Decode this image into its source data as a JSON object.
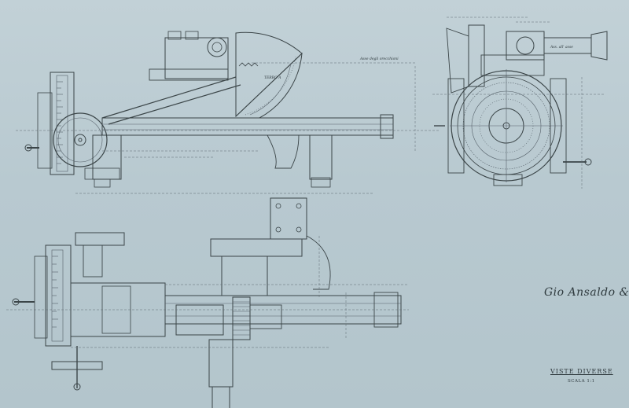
{
  "sheet": {
    "firm": "Gio Ansaldo & C.",
    "view_title": "VISTE DIVERSE",
    "scale": "SCALA 1:1",
    "annotations": {
      "pivot_label": "TERRO A",
      "eyepiece_label": "Ass. all' asse",
      "axis_label": "Asse degli orecchioni"
    }
  },
  "colors": {
    "paper": "#b9cad1",
    "ink": "#3b4548"
  }
}
